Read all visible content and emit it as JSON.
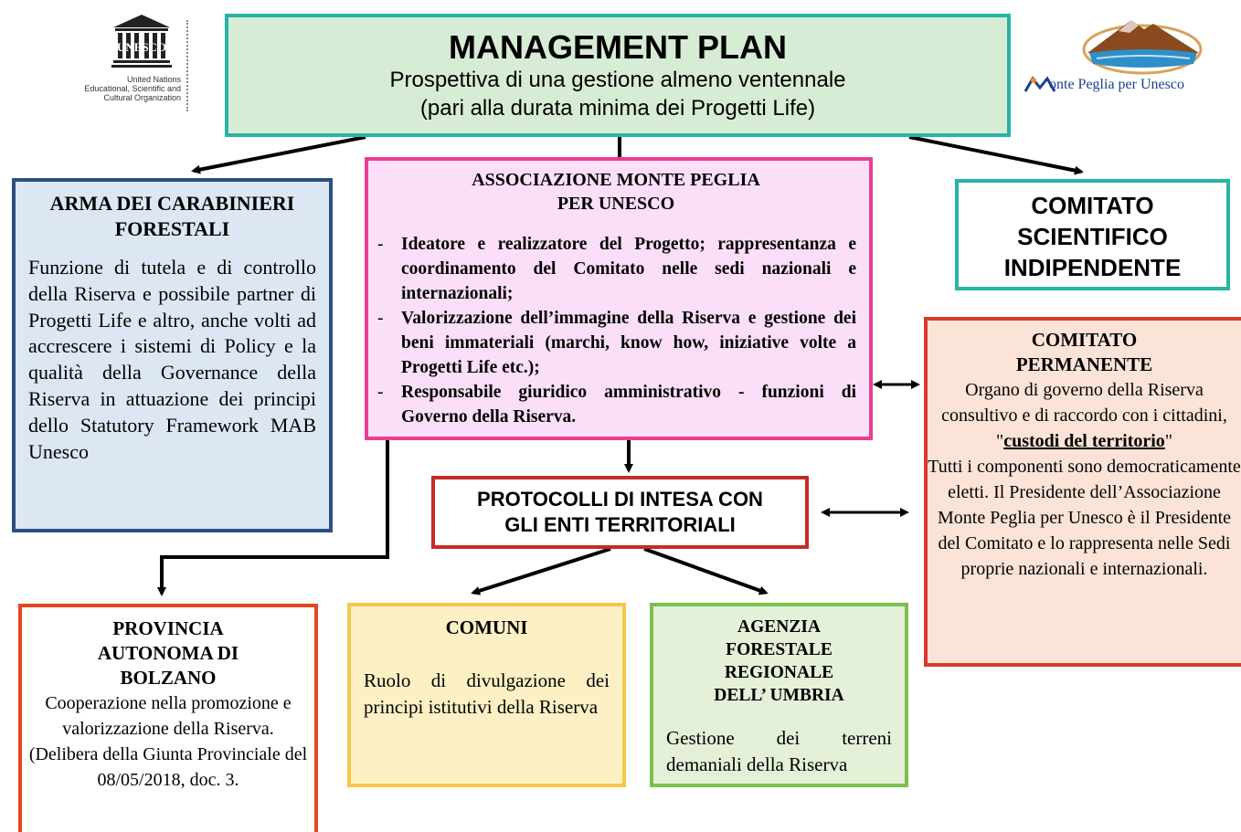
{
  "logos": {
    "unesco_wordmark": "UNESCO",
    "unesco_caption": [
      "United Nations",
      "Educational, Scientific and",
      "Cultural Organization"
    ],
    "peglia_text": "onte Peglia per Unesco"
  },
  "management_plan": {
    "title": "MANAGEMENT PLAN",
    "subtitle_line1": "Prospettiva di una gestione almeno ventennale",
    "subtitle_line2": "(pari alla durata minima dei Progetti Life)"
  },
  "carabinieri": {
    "title": "ARMA DEI CARABINIERI FORESTALI",
    "body": "Funzione di tutela e di controllo della Riserva e possibile partner di Progetti Life e altro, anche volti ad accrescere i sistemi di Policy e la qualità della Governance della Riserva in attuazione dei principi dello Statutory Framework MAB Unesco"
  },
  "associazione": {
    "title_line1": "ASSOCIAZIONE MONTE PEGLIA",
    "title_line2": "PER UNESCO",
    "items": [
      "Ideatore e realizzatore del Progetto; rappresentanza e coordinamento del Comitato nelle sedi nazionali e internazionali;",
      "Valorizzazione dell’immagine della Riserva e gestione dei beni immateriali (marchi, know how, iniziative volte a Progetti Life etc.);",
      "Responsabile giuridico amministrativo - funzioni di Governo della Riserva."
    ],
    "bullet": "-"
  },
  "comitato_scientifico": {
    "line1": "COMITATO",
    "line2": "SCIENTIFICO",
    "line3": "INDIPENDENTE"
  },
  "comitato_permanente": {
    "title_line1": "COMITATO",
    "title_line2": "PERMANENTE",
    "body_before": "Organo di governo della Riserva consultivo e di raccordo con i cittadini,",
    "custodi_open": "\"",
    "custodi": "custodi del territorio",
    "custodi_close": "\"",
    "body_after": "Tutti i componenti sono democraticamente eletti. Il Presidente dell’Associazione Monte Peglia per Unesco è il Presidente del Comitato e lo rappresenta nelle Sedi proprie nazionali e internazionali."
  },
  "protocolli": {
    "line1": "PROTOCOLLI DI INTESA CON",
    "line2": "GLI ENTI TERRITORIALI"
  },
  "provincia": {
    "title_line1": "PROVINCIA",
    "title_line2": "AUTONOMA DI",
    "title_line3": "BOLZANO",
    "body": "Cooperazione nella promozione e valorizzazione della Riserva. (Delibera della Giunta Provinciale del 08/05/2018, doc. 3."
  },
  "comuni": {
    "title": "COMUNI",
    "body": "Ruolo di divulgazione dei principi istitutivi della Riserva"
  },
  "agenzia": {
    "title_line1": "AGENZIA",
    "title_line2": "FORESTALE",
    "title_line3": "REGIONALE",
    "title_line4": "DELL’ UMBRIA",
    "body": "Gestione dei terreni demaniali della Riserva"
  },
  "colors": {
    "management_plan_fill": "#d7ecd4",
    "teal_border": "#27b4a6",
    "carabinieri_fill": "#dde7f3",
    "carabinieri_border": "#2b5080",
    "associazione_fill": "#fbdff9",
    "associazione_border": "#e63f93",
    "permanente_fill": "#fbe3d7",
    "permanente_border": "#d93a2b",
    "protocolli_border": "#c42b2b",
    "provincia_border": "#e6481e",
    "comuni_fill": "#fdf0c4",
    "comuni_border": "#f5c84a",
    "agenzia_fill": "#e4f1d8",
    "agenzia_border": "#7cbf4b"
  }
}
